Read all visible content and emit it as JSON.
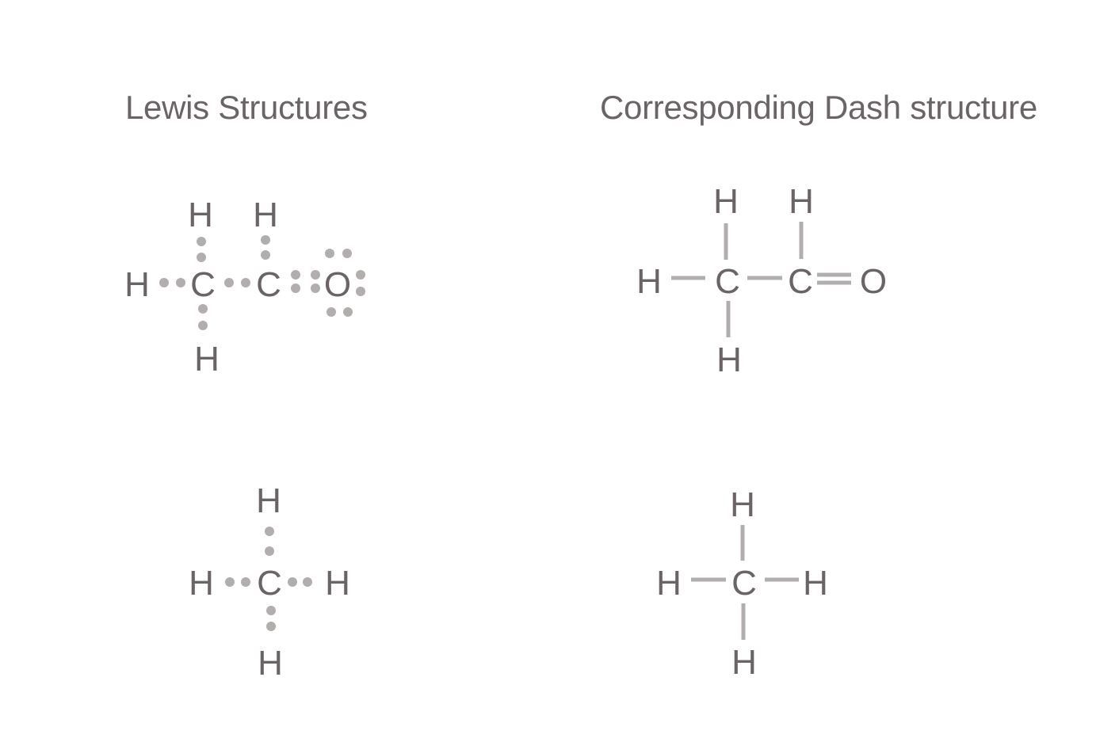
{
  "headings": {
    "left": "Lewis Structures",
    "right": "Corresponding Dash structure"
  },
  "colors": {
    "text": "#6b6466",
    "electron_dot": "#b3aeae",
    "bond_line": "#b3aeae",
    "background": "#ffffff"
  },
  "molecules": {
    "acetaldehyde_lewis": {
      "atoms": [
        "H",
        "C",
        "C",
        "O",
        "H",
        "H",
        "H"
      ],
      "labels": {
        "h_left": "H",
        "c1": "C",
        "c2": "C",
        "o": "O",
        "h_c1_top": "H",
        "h_c2_top": "H",
        "h_c1_bottom": "H"
      }
    },
    "acetaldehyde_dash": {
      "labels": {
        "h_left": "H",
        "c1": "C",
        "c2": "C",
        "o": "O",
        "h_c1_top": "H",
        "h_c2_top": "H",
        "h_c1_bottom": "H"
      }
    },
    "methane_lewis": {
      "labels": {
        "c": "C",
        "h_top": "H",
        "h_left": "H",
        "h_right": "H",
        "h_bottom": "H"
      }
    },
    "methane_dash": {
      "labels": {
        "c": "C",
        "h_top": "H",
        "h_left": "H",
        "h_right": "H",
        "h_bottom": "H"
      }
    }
  }
}
